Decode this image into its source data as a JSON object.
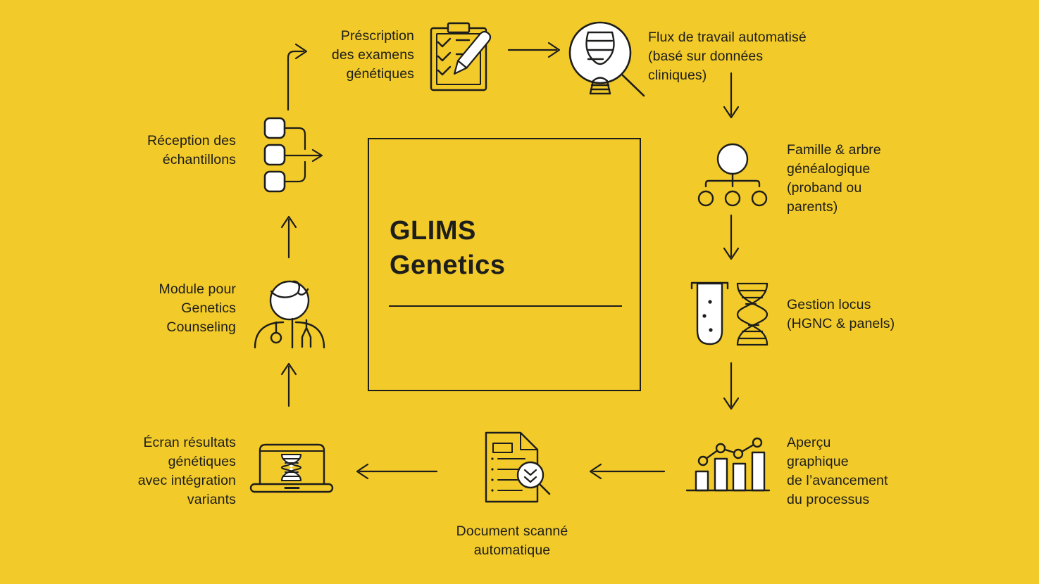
{
  "colors": {
    "background": "#F2CA29",
    "ink": "#1D1D1B",
    "white": "#FFFFFF"
  },
  "center_box": {
    "title": "GLIMS\nGenetics"
  },
  "steps": [
    {
      "name": "prescription",
      "icon": "clipboard-pencil-icon",
      "label": "Préscription\ndes examens\ngénétiques"
    },
    {
      "name": "automated-workflow",
      "icon": "dna-magnifier-icon",
      "label": "Flux de travail automatisé\n(basé sur données\ncliniques)"
    },
    {
      "name": "family-pedigree",
      "icon": "family-tree-icon",
      "label": "Famille & arbre\ngénéalogique\n(proband ou\nparents)"
    },
    {
      "name": "locus-management",
      "icon": "test-tube-dna-icon",
      "label": "Gestion locus\n(HGNC & panels)"
    },
    {
      "name": "progress-overview",
      "icon": "bar-chart-icon",
      "label": "Aperçu\ngraphique\nde l’avancement\ndu processus"
    },
    {
      "name": "scanned-document",
      "icon": "scanned-document-icon",
      "label": "Document scanné\nautomatique"
    },
    {
      "name": "results-screen",
      "icon": "laptop-dna-icon",
      "label": "Écran résultats\ngénétiques\navec intégration\nvariants"
    },
    {
      "name": "counseling-module",
      "icon": "counselor-icon",
      "label": "Module pour\nGenetics\nCounseling"
    },
    {
      "name": "sample-reception",
      "icon": "sample-sorting-icon",
      "label": "Réception des\néchantillons"
    }
  ]
}
